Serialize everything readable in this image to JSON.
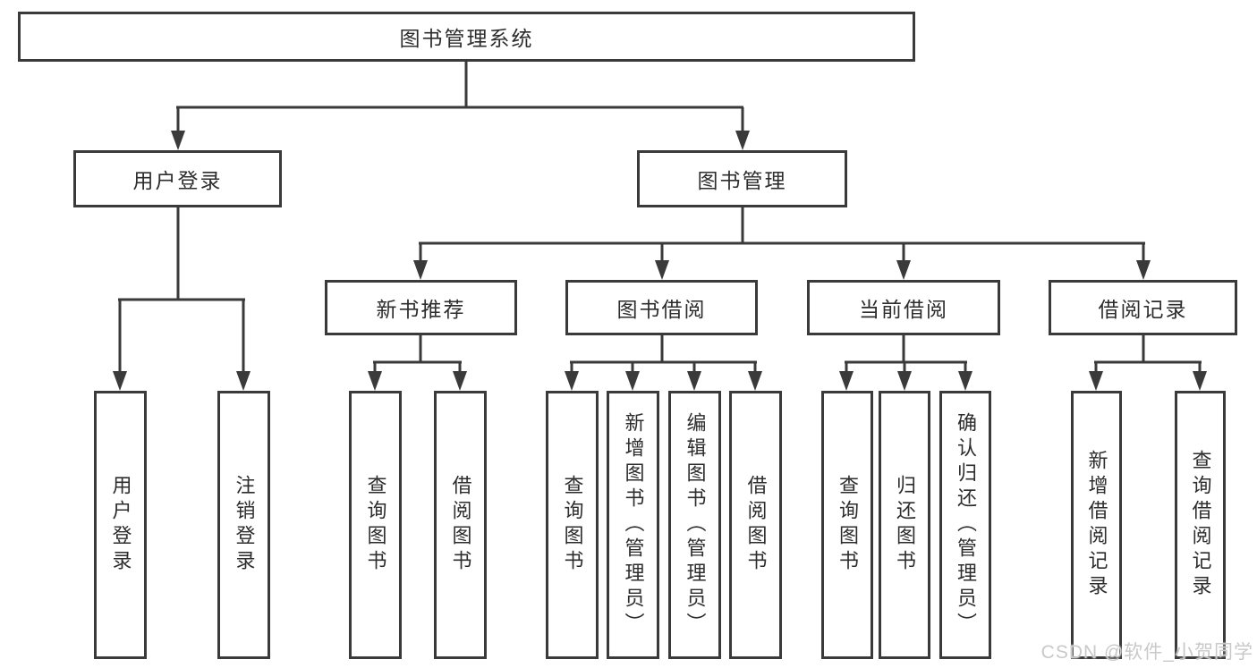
{
  "page": {
    "background": "#ffffff",
    "line_color": "#3a3a3a",
    "text_color": "#2d2d2d"
  },
  "diagram": {
    "root": {
      "label": "图书管理系统"
    },
    "level2": {
      "user_login": {
        "label": "用户登录"
      },
      "book_management": {
        "label": "图书管理"
      }
    },
    "level3": {
      "new_book_recommend": {
        "label": "新书推荐"
      },
      "book_borrow": {
        "label": "图书借阅"
      },
      "current_borrow": {
        "label": "当前借阅"
      },
      "borrow_records": {
        "label": "借阅记录"
      }
    },
    "leaves": {
      "user_login": {
        "label": "用户登录"
      },
      "logout": {
        "label": "注销登录"
      },
      "nb_query_book": {
        "label": "查询图书"
      },
      "nb_borrow_book": {
        "label": "借阅图书"
      },
      "bb_query_book": {
        "label": "查询图书"
      },
      "bb_add_book": {
        "label": "新增图书（管理员）"
      },
      "bb_edit_book": {
        "label": "编辑图书（管理员）"
      },
      "bb_borrow_book": {
        "label": "借阅图书"
      },
      "cb_query_book": {
        "label": "查询图书"
      },
      "cb_return_book": {
        "label": "归还图书"
      },
      "cb_confirm_return": {
        "label": "确认归还（管理员）"
      },
      "br_add_record": {
        "label": "新增借阅记录"
      },
      "br_query_record": {
        "label": "查询借阅记录"
      }
    }
  },
  "watermark": {
    "text": "CSDN @软件_小贺同学",
    "color": "#c9c9c9"
  }
}
